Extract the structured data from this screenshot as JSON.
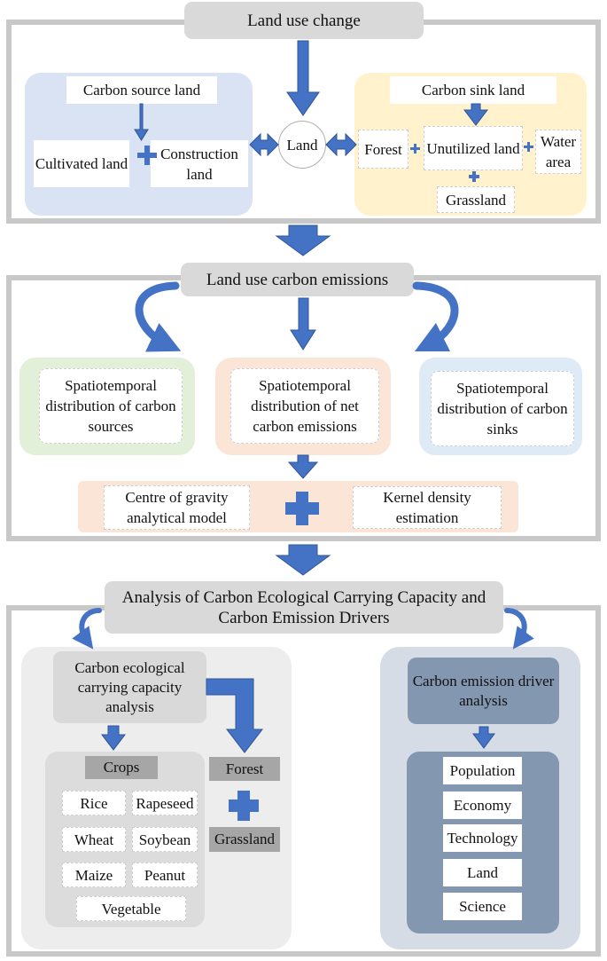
{
  "section1": {
    "title": "Land use change",
    "source_land": "Carbon source land",
    "cultivated_land": "Cultivated land",
    "construction_land": "Construction land",
    "land": "Land",
    "sink_land": "Carbon sink land",
    "forest": "Forest",
    "unutilized_land": "Unutilized land",
    "water_area": "Water area",
    "grassland": "Grassland"
  },
  "section2": {
    "title": "Land use carbon emissions",
    "sources_dist": "Spatiotemporal distribution of carbon sources",
    "net_dist": "Spatiotemporal distribution of net carbon emissions",
    "sinks_dist": "Spatiotemporal distribution of carbon sinks",
    "gravity_model": "Centre of gravity analytical model",
    "kernel_density": "Kernel density estimation"
  },
  "section3": {
    "title": "Analysis of Carbon Ecological Carrying Capacity and Carbon Emission Drivers",
    "capacity_analysis": "Carbon ecological carrying capacity analysis",
    "crops": "Crops",
    "crop_items": [
      "Rice",
      "Rapeseed",
      "Wheat",
      "Soybean",
      "Maize",
      "Peanut",
      "Vegetable"
    ],
    "forest": "Forest",
    "grassland": "Grassland",
    "driver_analysis": "Carbon emission driver analysis",
    "drivers": [
      "Population",
      "Economy",
      "Technology",
      "Land",
      "Science"
    ]
  },
  "colors": {
    "arrow_blue": "#4472c4",
    "frame_gray": "#c8c8c8",
    "source_panel": "#dae3f3",
    "sink_panel": "#fff2cc",
    "green_panel": "#e2f0d9",
    "peach_panel": "#fbe5d6",
    "blue_panel": "#deebf7",
    "crop_gray": "#a6a6a6",
    "driver_panel": "#8497b0"
  }
}
